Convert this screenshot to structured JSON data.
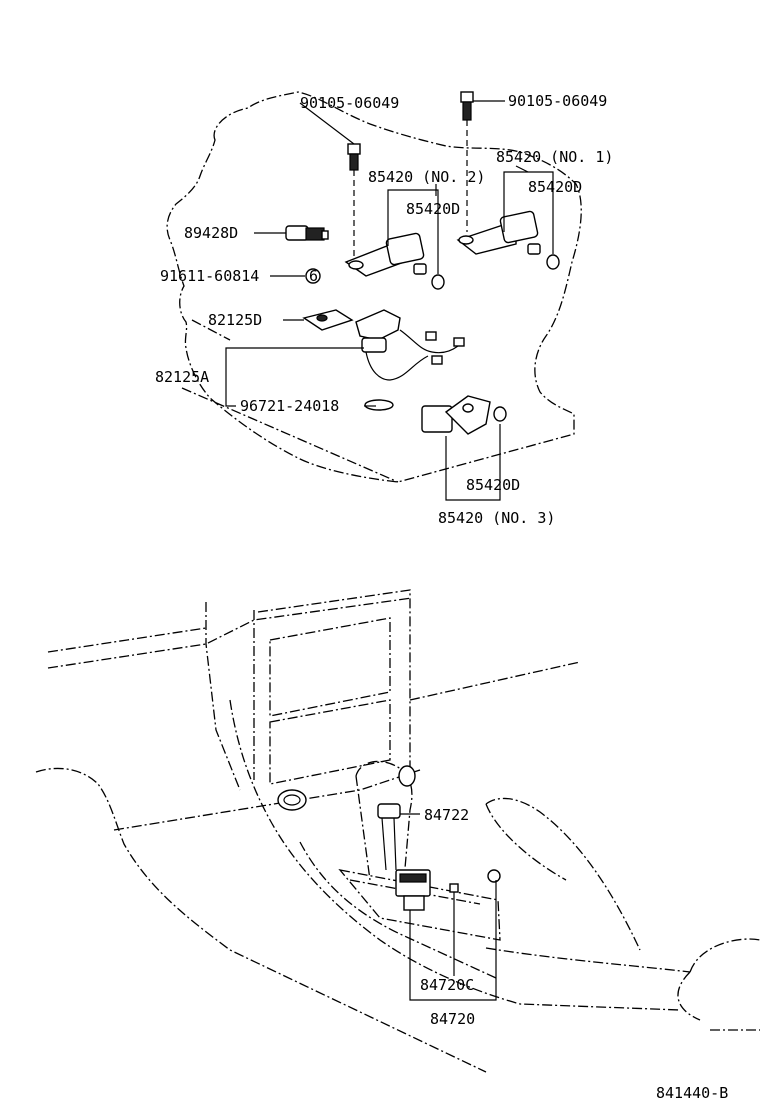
{
  "labels": {
    "bolt_left": "90105-06049",
    "bolt_right": "90105-06049",
    "sensor_no1": "85420 (NO. 1)",
    "sensor_no1_d": "85420D",
    "sensor_no2": "85420 (NO. 2)",
    "sensor_no2_d": "85420D",
    "switch_89428d": "89428D",
    "clip_91611": "91611-60814",
    "clamp_82125d": "82125D",
    "harness_82125a": "82125A",
    "oring_96721": "96721-24018",
    "sensor_no3_d": "85420D",
    "sensor_no3": "85420 (NO. 3)",
    "bulb_84722": "84722",
    "indicator_84720c": "84720C",
    "indicator_84720": "84720",
    "figure_code": "841440-B"
  },
  "callout_symbol": "6"
}
